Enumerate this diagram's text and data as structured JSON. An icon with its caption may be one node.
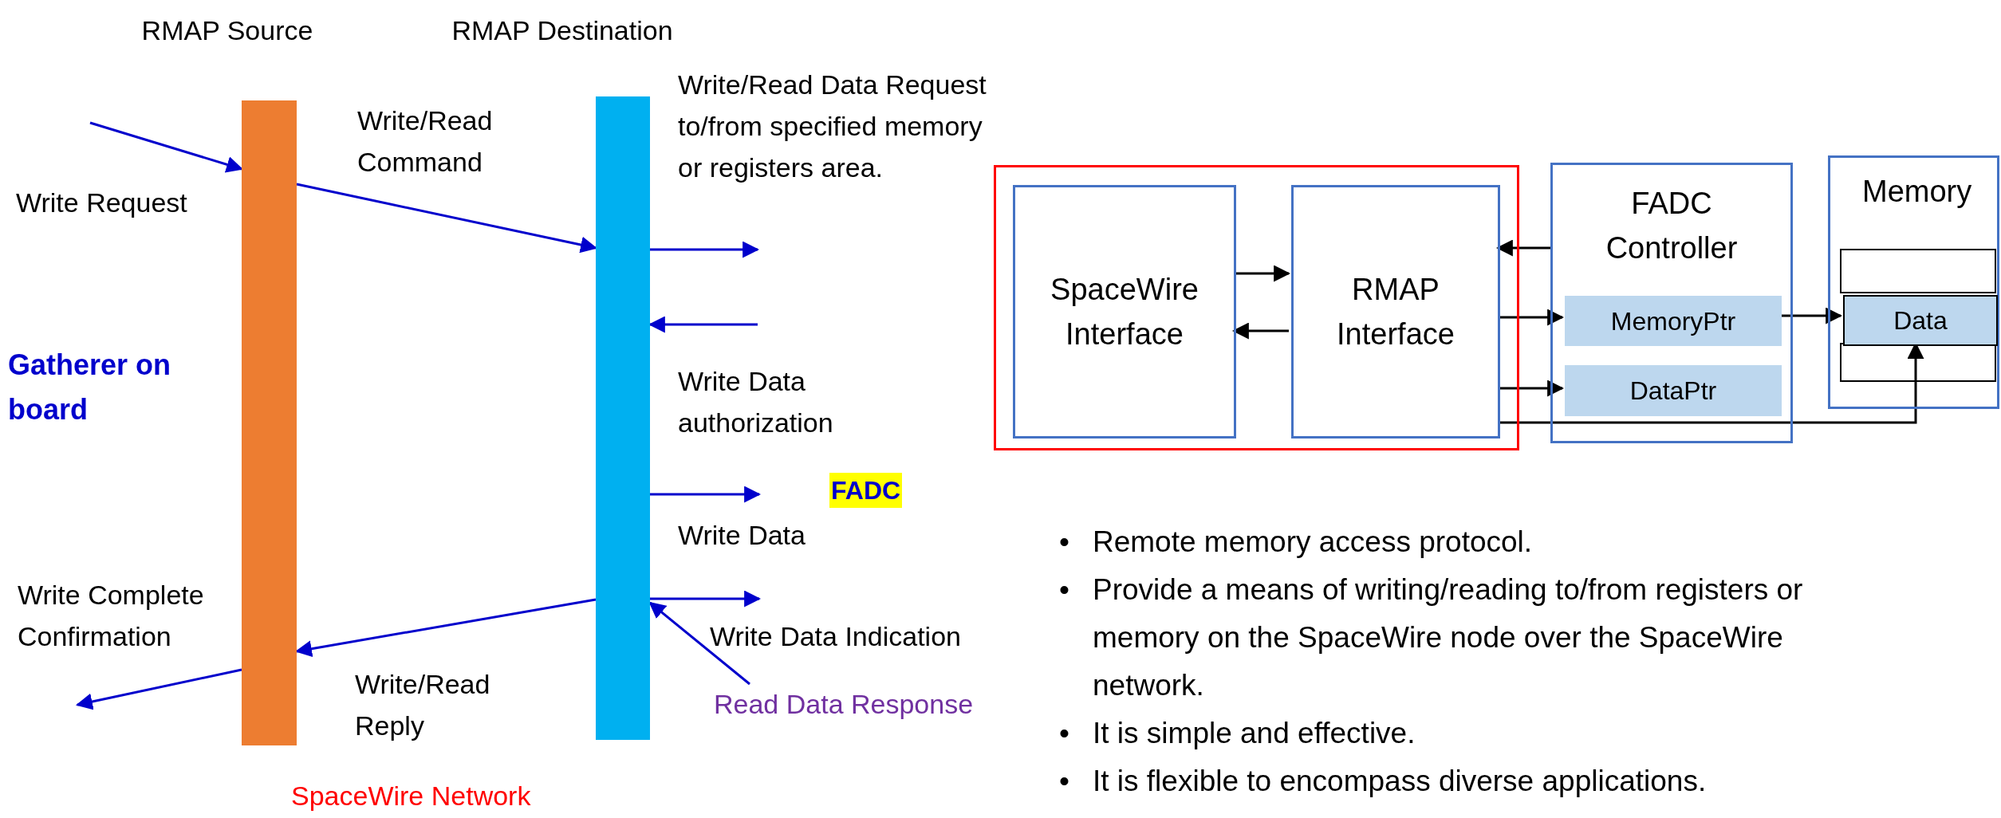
{
  "diagram": {
    "nodes": [
      {
        "text": [
          "RMAP Source"
        ]
      },
      {
        "text": [
          "RMAP Destination"
        ]
      },
      {
        "text": [
          "Read Data Response"
        ]
      },
      {
        "text": [],
        "shape": "box"
      },
      {
        "text": [
          "SpaceWire Interface"
        ],
        "in": 3
      },
      {
        "text": [
          "RMAP Interface"
        ],
        "in": 3
      },
      {
        "text": [
          "FADC Controller"
        ]
      },
      {
        "text": [
          "MemoryPtr"
        ],
        "in": 6
      },
      {
        "text": [
          "DataPtr"
        ],
        "in": 6
      },
      {
        "text": [
          "Memory"
        ]
      },
      {
        "text": [
          "Data"
        ],
        "in": 9
      }
    ],
    "edges": [
      {
        "from": null,
        "to": 0,
        "arrow": "to",
        "label": "Write Request"
      },
      {
        "from": 0,
        "to": 1,
        "arrow": "to",
        "label": "Write/Read Command"
      },
      {
        "from": 1,
        "to": null,
        "arrow": "to",
        "label": "Write/Read Data Request to/from specified memory or registers area."
      },
      {
        "from": null,
        "to": 1,
        "arrow": "to",
        "label": "Write Data authorization"
      },
      {
        "from": 1,
        "to": null,
        "arrow": "to",
        "label": "Write Data"
      },
      {
        "from": 1,
        "to": null,
        "arrow": "to",
        "label": "Write Data Indication"
      },
      {
        "from": 2,
        "to": 1,
        "arrow": "to"
      },
      {
        "from": 1,
        "to": 0,
        "arrow": "to",
        "label": "Write/Read Reply"
      },
      {
        "from": 0,
        "to": null,
        "arrow": "to",
        "label": "Write Complete Confirmation"
      },
      {
        "from": 4,
        "to": 5,
        "arrow": "to",
        "color": "#000000"
      },
      {
        "from": 5,
        "to": 4,
        "arrow": "to",
        "color": "#000000"
      },
      {
        "from": 6,
        "to": 5,
        "arrow": "to",
        "color": "#000000"
      },
      {
        "from": 5,
        "to": 7,
        "arrow": "to",
        "color": "#000000"
      },
      {
        "from": 5,
        "to": 8,
        "arrow": "to",
        "color": "#000000"
      },
      {
        "from": 7,
        "to": 10,
        "arrow": "to",
        "color": "#000000"
      },
      {
        "from": 5,
        "to": 10,
        "arrow": "to",
        "color": "#000000"
      }
    ],
    "labels": [
      "Gatherer on board",
      "FADC",
      "SpaceWire Network",
      "•",
      "Remote memory access protocol.",
      "•",
      "Provide a means of writing/reading to/from registers or memory on the SpaceWire node over the SpaceWire network.",
      "•",
      "It is simple and effective.",
      "•",
      "It is flexible to encompass diverse applications."
    ]
  }
}
